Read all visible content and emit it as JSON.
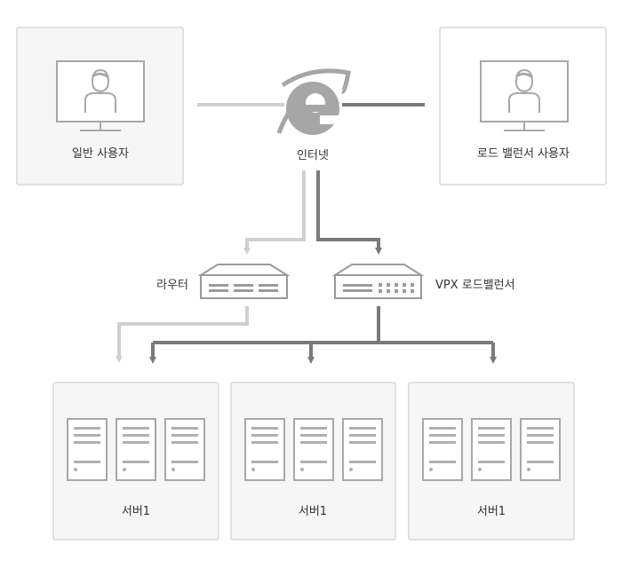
{
  "users": {
    "normal_user": "일반 사용자",
    "lb_user": "로드 밸런서 사용자"
  },
  "internet": {
    "label": "인터넷",
    "icon": "internet-explorer-icon"
  },
  "router": {
    "label": "라우터",
    "icon": "router-icon"
  },
  "vpx": {
    "label": "VPX 로드밸런서",
    "icon": "load-balancer-icon"
  },
  "server_groups": [
    {
      "label": "서버1"
    },
    {
      "label": "서버1"
    },
    {
      "label": "서버1"
    }
  ],
  "colors": {
    "light_line": "#d0d0d0",
    "dark_line": "#7a7a7a",
    "panel_fill": "#f6f6f6",
    "panel_border": "#d8d8d8"
  }
}
